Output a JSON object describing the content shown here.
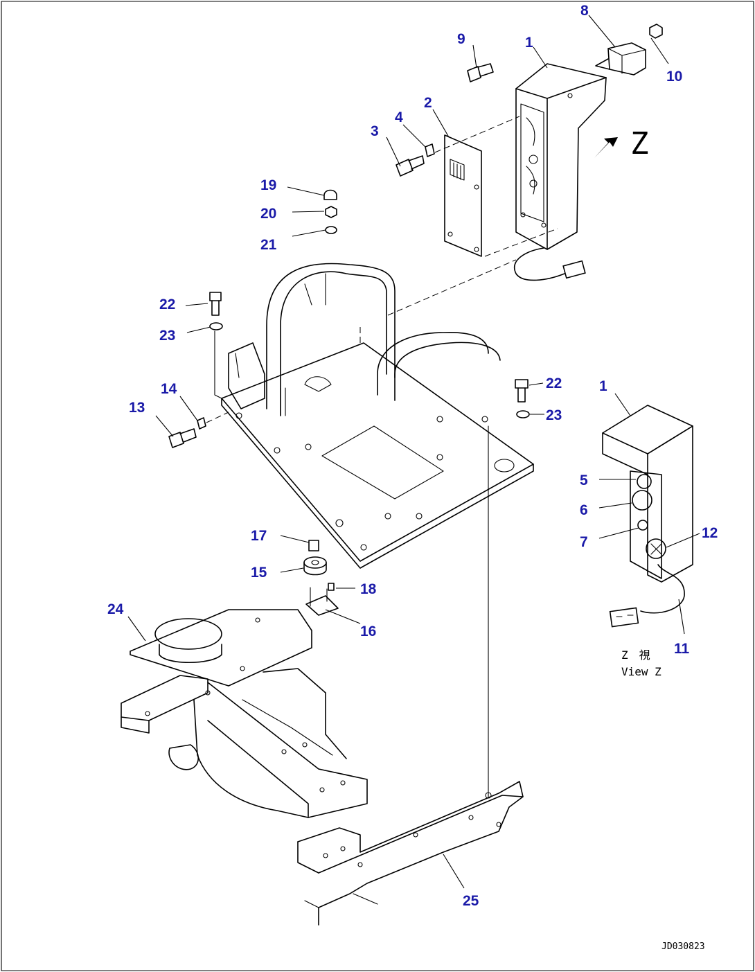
{
  "callouts": {
    "c1": "1",
    "c1b": "1",
    "c2": "2",
    "c3": "3",
    "c4": "4",
    "c5": "5",
    "c6": "6",
    "c7": "7",
    "c8": "8",
    "c9": "9",
    "c10": "10",
    "c11": "11",
    "c12": "12",
    "c13": "13",
    "c14": "14",
    "c15": "15",
    "c16": "16",
    "c17": "17",
    "c18": "18",
    "c19": "19",
    "c20": "20",
    "c21": "21",
    "c22": "22",
    "c22b": "22",
    "c23": "23",
    "c23b": "23",
    "c24": "24",
    "c25": "25"
  },
  "view_marker": "Z",
  "view_caption_jp": "Z　視",
  "view_caption_en": "View Z",
  "drawing_number": "JD030823",
  "colors": {
    "callout": "#1a1aa8",
    "line": "#000000",
    "background": "#ffffff"
  }
}
